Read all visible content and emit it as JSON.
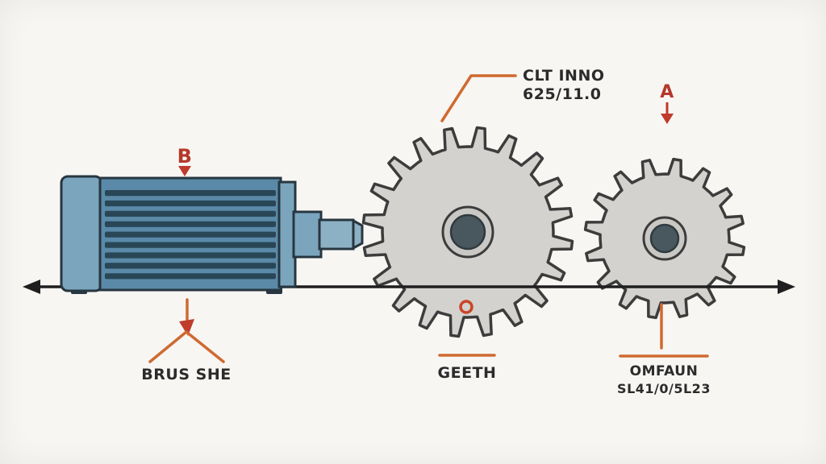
{
  "colors": {
    "background": "#f7f6f3",
    "axis": "#1f1f1f",
    "accent_orange": "#cf6a31",
    "accent_red": "#b5382a",
    "marker_red": "#bf3b2b",
    "circle_red": "#cc4427",
    "motor_body": "#5a8aa8",
    "motor_light": "#7ba5bd",
    "motor_shaft": "#8db1c4",
    "motor_dark": "#24404f",
    "motor_outline": "#273640",
    "gear_fill": "#d3d2cf",
    "gear_stroke": "#3c3c3c",
    "hub_ring": "#c9c8c5",
    "hub_dark": "#49585e",
    "text": "#2b2b2b"
  },
  "motor": {
    "marker_top": "B",
    "label_bottom": "BRUS SHE",
    "fin_count": 9
  },
  "large_gear": {
    "teeth": 20,
    "callout_line1": "CLT INNO",
    "callout_line2": "625/11.0",
    "label_bottom": "GEETH"
  },
  "small_gear": {
    "teeth": 16,
    "marker_top": "A",
    "label_bottom_line1": "OMFAUN",
    "label_bottom_line2": "SL41/0/5L23"
  }
}
